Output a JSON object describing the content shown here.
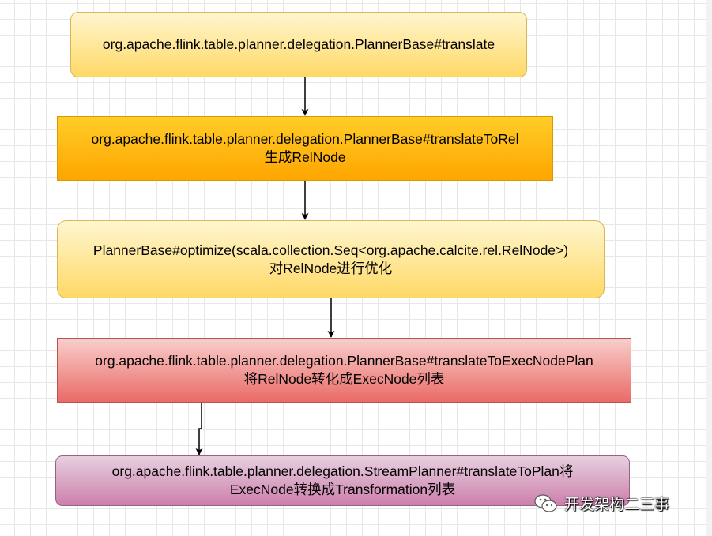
{
  "nodes": [
    {
      "lines": [
        "org.apache.flink.table.planner.delegation.PlannerBase#translate"
      ]
    },
    {
      "lines": [
        "org.apache.flink.table.planner.delegation.PlannerBase#translateToRel",
        "生成RelNode"
      ]
    },
    {
      "lines": [
        "PlannerBase#optimize(scala.collection.Seq<org.apache.calcite.rel.RelNode>)",
        "对RelNode进行优化"
      ]
    },
    {
      "lines": [
        "org.apache.flink.table.planner.delegation.PlannerBase#translateToExecNodePlan",
        "将RelNode转化成ExecNode列表"
      ]
    },
    {
      "lines": [
        "org.apache.flink.table.planner.delegation.StreamPlanner#translateToPlan将",
        "ExecNode转换成Transformation列表"
      ]
    }
  ],
  "watermark": {
    "text": "开发架构二三事",
    "icon": "wechat-icon"
  },
  "colors": {
    "arrow": "#000000"
  }
}
